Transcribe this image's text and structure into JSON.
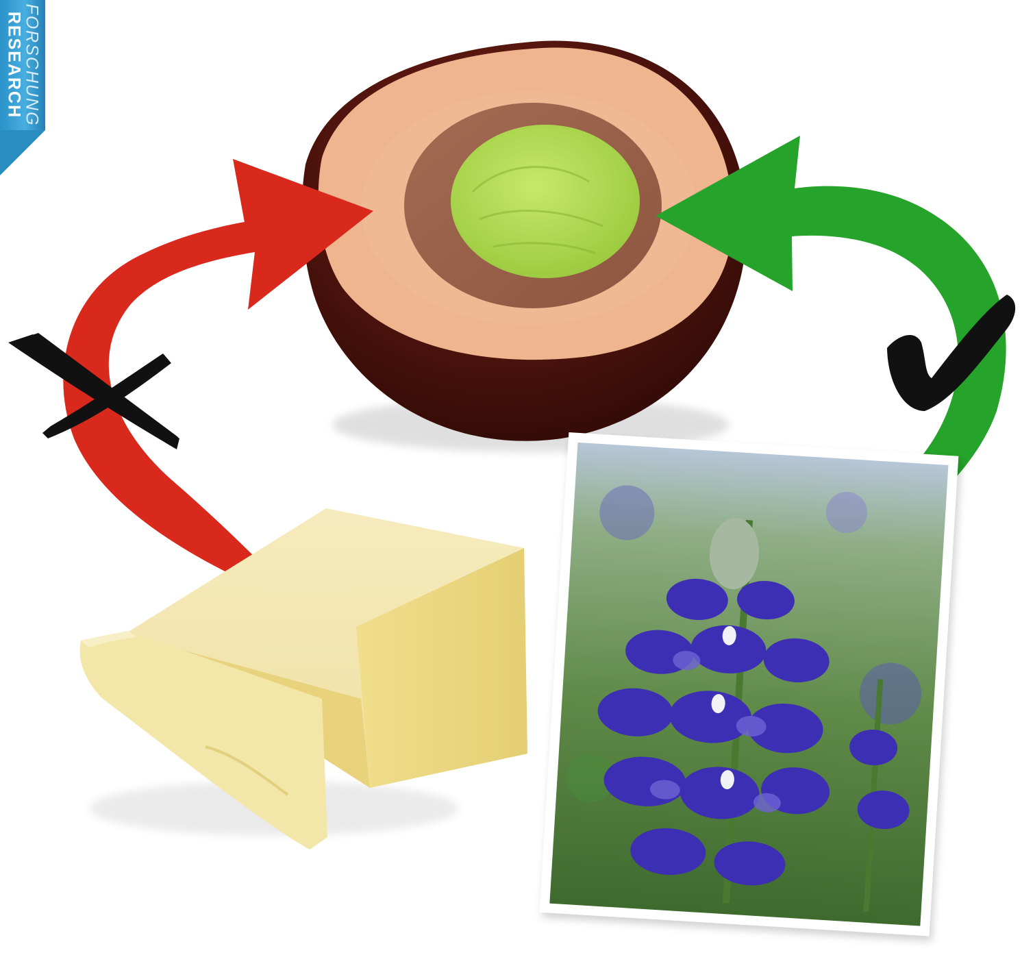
{
  "badge": {
    "line_primary": "RESEARCH",
    "line_secondary": "FORSCHUNG"
  },
  "colors": {
    "badge_blue": "#2a92c8",
    "rejected_arrow": "#d9281c",
    "accepted_arrow": "#26a32a",
    "mark": "#111111"
  },
  "items": {
    "filling_cross_section": "praline-cross-section",
    "source_rejected": "butter-block",
    "source_accepted": "lupin-flowers-photo"
  },
  "marks": {
    "rejected": "cross-mark-icon",
    "accepted": "check-mark-icon"
  }
}
